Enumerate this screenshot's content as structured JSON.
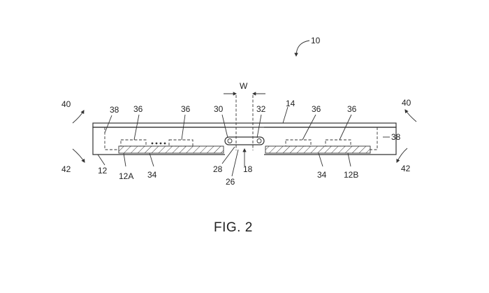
{
  "figure": {
    "caption": "FIG. 2",
    "labels": {
      "device": "10",
      "width": "W",
      "cover": "14",
      "housing": "12",
      "housing_a": "12A",
      "housing_b": "12B",
      "hinge": "18",
      "hinge_axis": "26",
      "pin_left": "28",
      "hinge_left": "30",
      "hinge_right": "32",
      "display_layer": "34",
      "component": "36",
      "sidewall": "38",
      "bend_up": "40",
      "bend_down": "42"
    }
  }
}
